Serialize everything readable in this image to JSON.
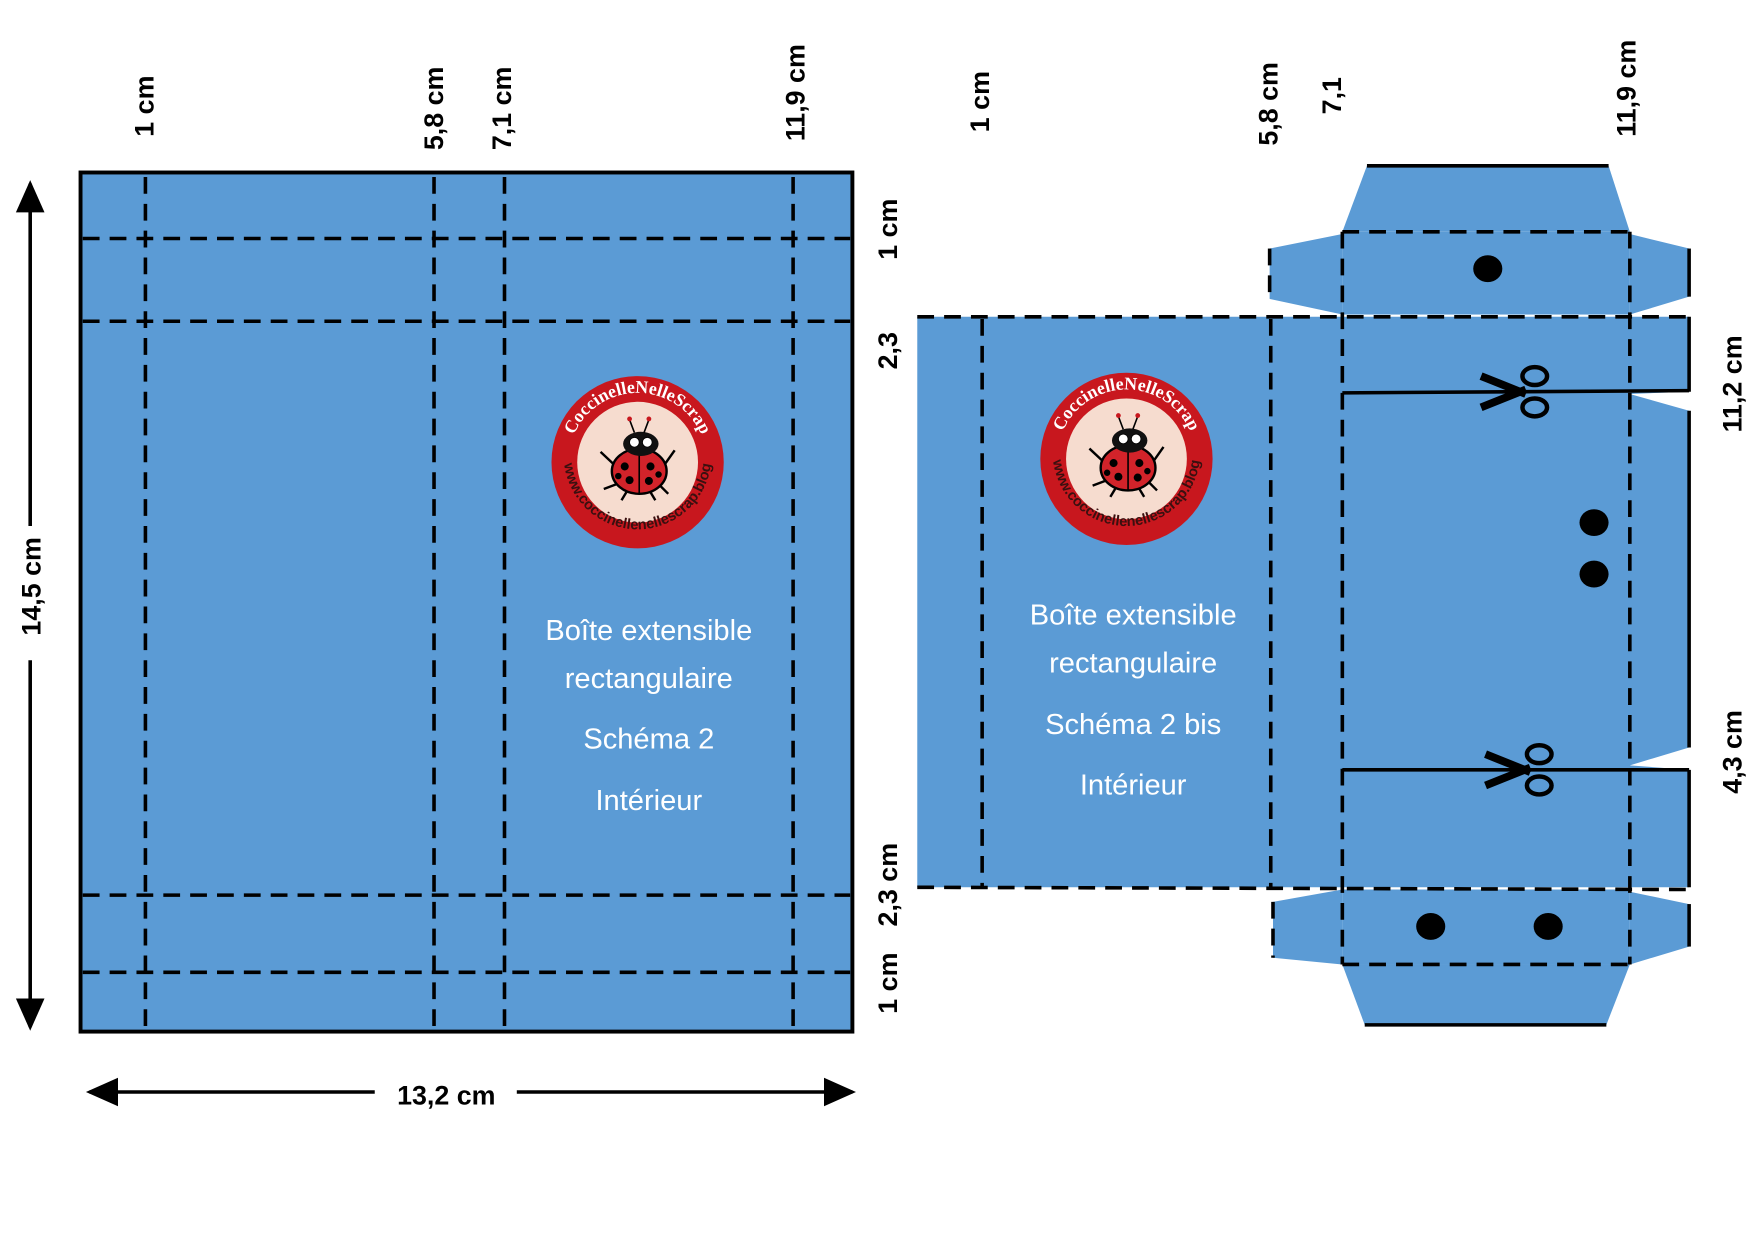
{
  "colors": {
    "panel": "#5b9bd5",
    "logo_ring": "#c8171e",
    "logo_inner": "#f6dccf"
  },
  "left_template": {
    "top_labels": [
      "1 cm",
      "5,8 cm",
      "7,1 cm",
      "11,9 cm"
    ],
    "right_labels": [
      "1 cm",
      "2,3",
      "2,3 cm",
      "1 cm"
    ],
    "height_label": "14,5 cm",
    "width_label": "13,2 cm",
    "text_lines": [
      "Boîte extensible",
      "rectangulaire",
      "Schéma 2",
      "Intérieur"
    ]
  },
  "right_template": {
    "top_labels": [
      "1 cm",
      "5,8 cm",
      "7,1",
      "11,9 cm"
    ],
    "right_labels": [
      "11,2 cm",
      "4,3 cm"
    ],
    "text_lines": [
      "Boîte extensible",
      "rectangulaire",
      "Schéma 2 bis",
      "Intérieur"
    ]
  },
  "logo": {
    "name": "CoccinelleNelleScrap",
    "url": "www.coccinellenellescrap.blog"
  }
}
